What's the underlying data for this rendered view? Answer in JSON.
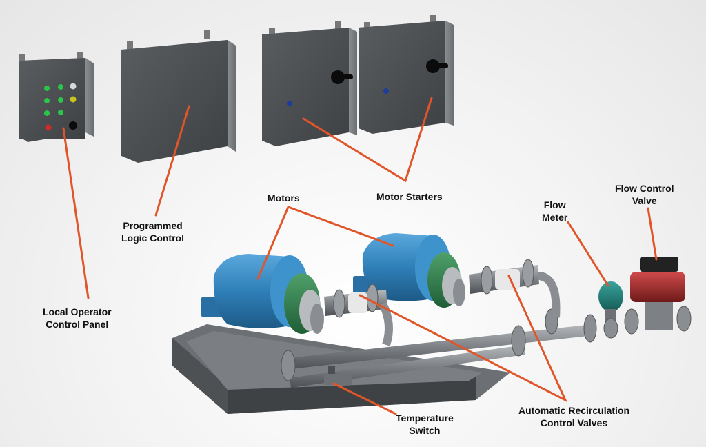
{
  "labels": {
    "local_operator_control_panel": [
      "Local Operator",
      "Control Panel"
    ],
    "programmed_logic_control": [
      "Programmed",
      "Logic Control"
    ],
    "motors": [
      "Motors"
    ],
    "motor_starters": [
      "Motor Starters"
    ],
    "flow_meter": [
      "Flow",
      "Meter"
    ],
    "flow_control_valve": [
      "Flow Control",
      "Valve"
    ],
    "temperature_switch": [
      "Temperature",
      "Switch"
    ],
    "automatic_recirculation_control_valves": [
      "Automatic Recirculation",
      "Control Valves"
    ]
  },
  "colors": {
    "leader": "#e0552a",
    "enclosure": "#4a4d50",
    "motor_blue": "#2f7fb8",
    "motor_green": "#2e7d4a",
    "valve_red": "#a52a2a",
    "meter_teal": "#1f7a74",
    "pipe": "#7d8185",
    "skid": "#5d6064"
  },
  "icons": {
    "indicator_light": "indicator-light-icon",
    "disconnect_handle": "disconnect-handle-icon"
  }
}
